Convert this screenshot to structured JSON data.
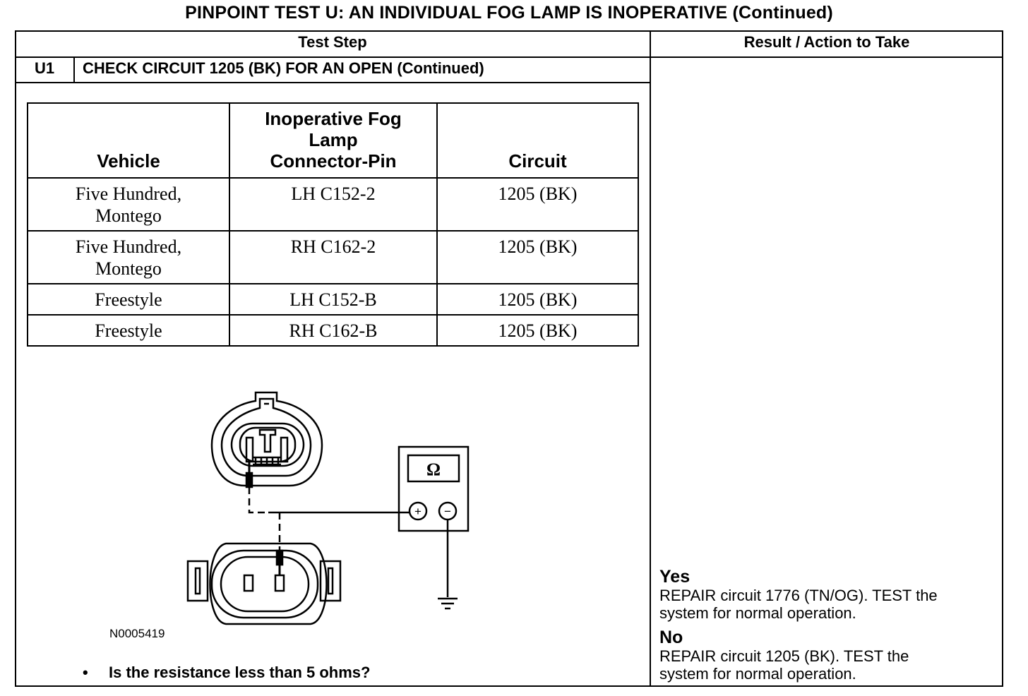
{
  "page": {
    "title": "PINPOINT TEST U: AN INDIVIDUAL FOG LAMP IS INOPERATIVE (Continued)"
  },
  "table": {
    "header_test_step": "Test Step",
    "header_result": "Result / Action to Take",
    "step_number": "U1",
    "step_title": "CHECK CIRCUIT 1205 (BK) FOR AN OPEN (Continued)"
  },
  "inner_table": {
    "headers": {
      "vehicle": "Vehicle",
      "connector_line1": "Inoperative Fog",
      "connector_line2": "Lamp",
      "connector_line3": "Connector-Pin",
      "circuit": "Circuit"
    },
    "rows": [
      {
        "vehicle_l1": "Five Hundred,",
        "vehicle_l2": "Montego",
        "pin": "LH C152-2",
        "circuit": "1205 (BK)"
      },
      {
        "vehicle_l1": "Five Hundred,",
        "vehicle_l2": "Montego",
        "pin": "RH C162-2",
        "circuit": "1205 (BK)"
      },
      {
        "vehicle_l1": "Freestyle",
        "vehicle_l2": "",
        "pin": "LH C152-B",
        "circuit": "1205 (BK)"
      },
      {
        "vehicle_l1": "Freestyle",
        "vehicle_l2": "",
        "pin": "RH C162-B",
        "circuit": "1205 (BK)"
      }
    ]
  },
  "figure": {
    "meter_symbol": "Ω",
    "plus": "+",
    "minus": "−",
    "label": "N0005419"
  },
  "question": {
    "bullet": "•",
    "text": "Is the resistance less than 5 ohms?"
  },
  "results": {
    "yes_label": "Yes",
    "yes_l1": "REPAIR circuit 1776 (TN/OG). TEST the",
    "yes_l2": "system for normal operation.",
    "no_label": "No",
    "no_l1": "REPAIR circuit 1205 (BK). TEST the",
    "no_l2": "system for normal operation."
  }
}
